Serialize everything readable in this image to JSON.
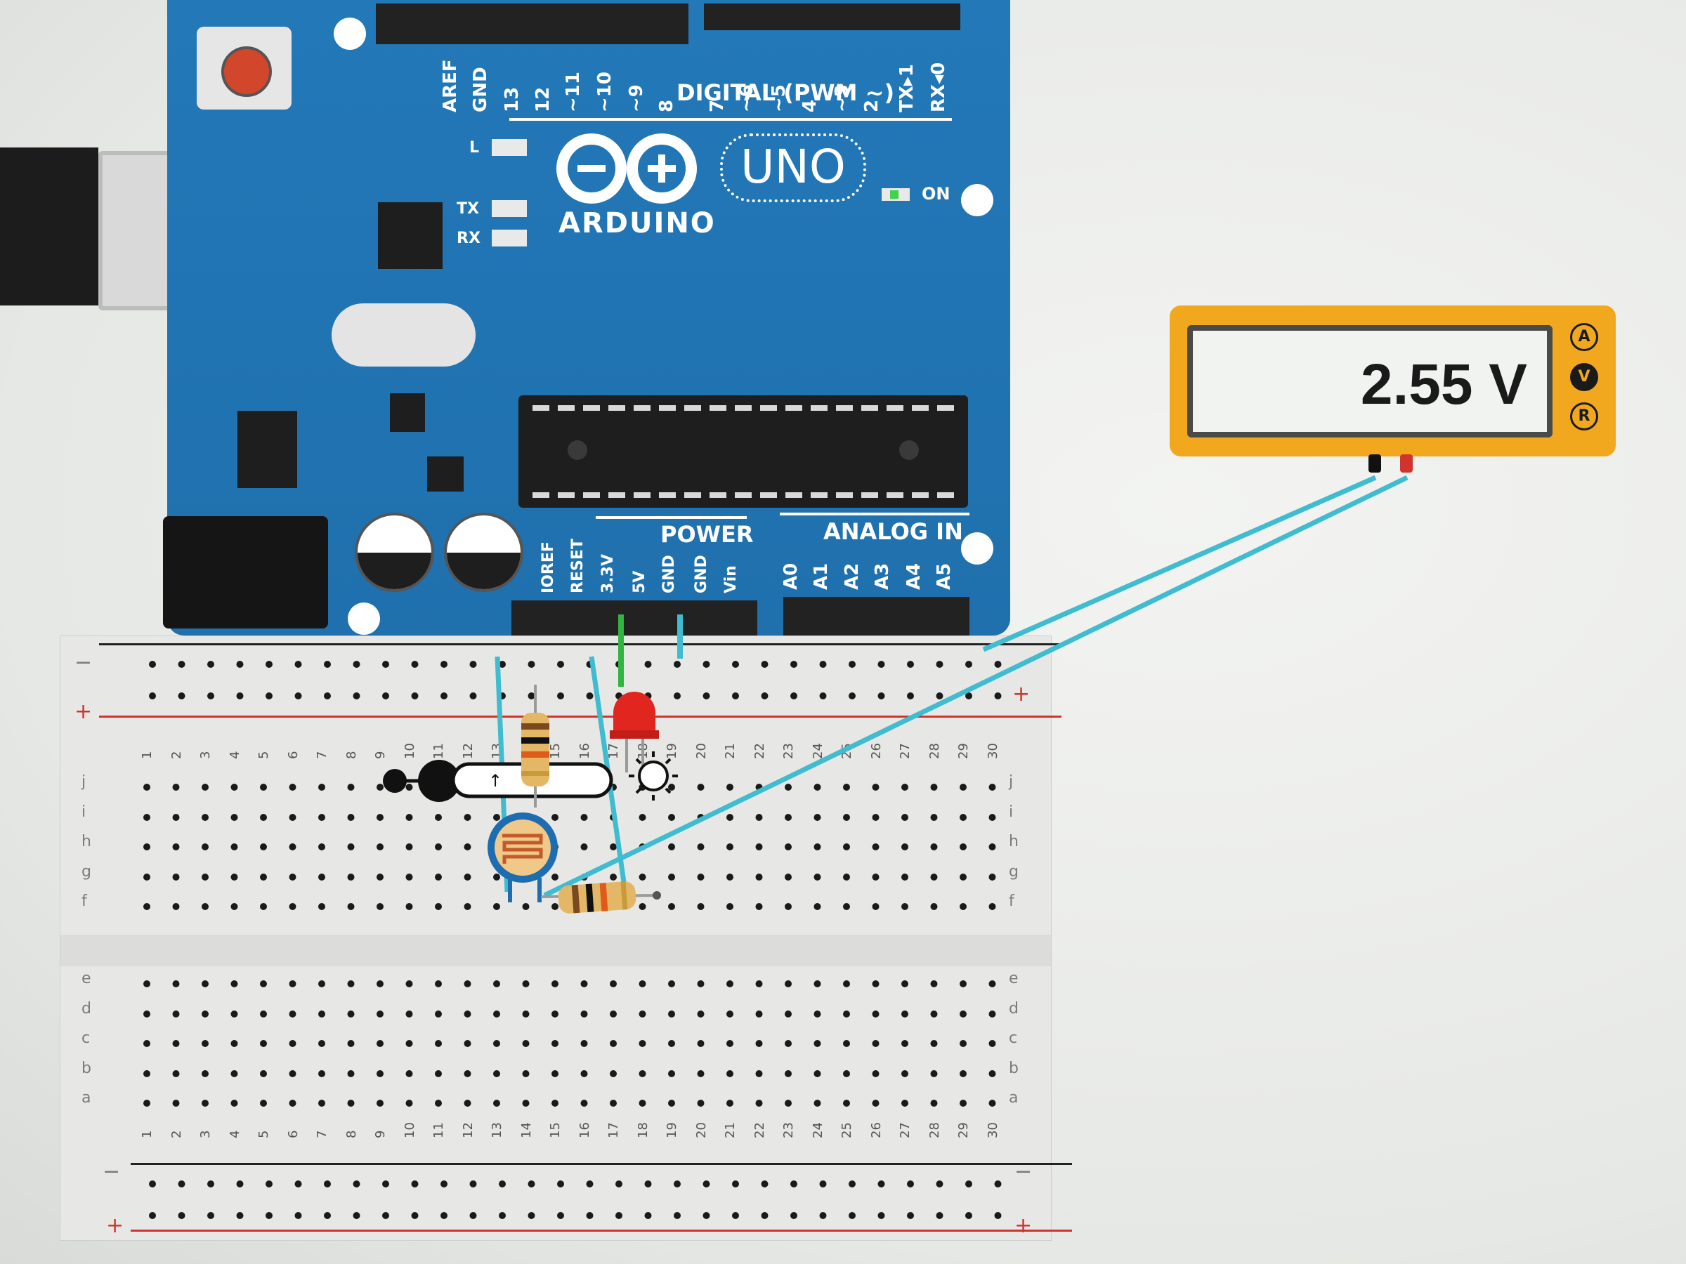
{
  "board": {
    "digital_pins": [
      "AREF",
      "GND",
      "13",
      "12",
      "~11",
      "~10",
      "~9",
      "8",
      "7",
      "~6",
      "~5",
      "4",
      "~3",
      "2",
      "TX▸1",
      "RX◂0"
    ],
    "digital_label": "DIGITAL (PWM ~)",
    "led_l": "L",
    "led_tx": "TX",
    "led_rx": "RX",
    "logo": "ARDUINO",
    "model": "UNO",
    "on_label": "ON",
    "power_label": "POWER",
    "analog_label": "ANALOG IN",
    "power_pins": [
      "IOREF",
      "RESET",
      "3.3V",
      "5V",
      "GND",
      "GND",
      "Vin"
    ],
    "analog_pins": [
      "A0",
      "A1",
      "A2",
      "A3",
      "A4",
      "A5"
    ]
  },
  "breadboard": {
    "rail_minus": "−",
    "rail_plus": "+",
    "row_letters_top": [
      "j",
      "i",
      "h",
      "g",
      "f"
    ],
    "row_letters_bottom": [
      "e",
      "d",
      "c",
      "b",
      "a"
    ],
    "columns": [
      "1",
      "2",
      "3",
      "4",
      "5",
      "6",
      "7",
      "8",
      "9",
      "10",
      "11",
      "12",
      "13",
      "14",
      "15",
      "16",
      "17",
      "18",
      "19",
      "20",
      "21",
      "22",
      "23",
      "24",
      "25",
      "26",
      "27",
      "28",
      "29",
      "30"
    ]
  },
  "multimeter": {
    "reading": "2.55 V",
    "modes": [
      "A",
      "V",
      "R"
    ],
    "active_mode": "V"
  },
  "colors": {
    "board_blue": "#2378b8",
    "wire_teal": "#3fbcd0",
    "wire_green": "#2fb540",
    "led_red": "#e0261f",
    "meter_orange": "#f2a81e",
    "rail_red": "#d0342c"
  }
}
